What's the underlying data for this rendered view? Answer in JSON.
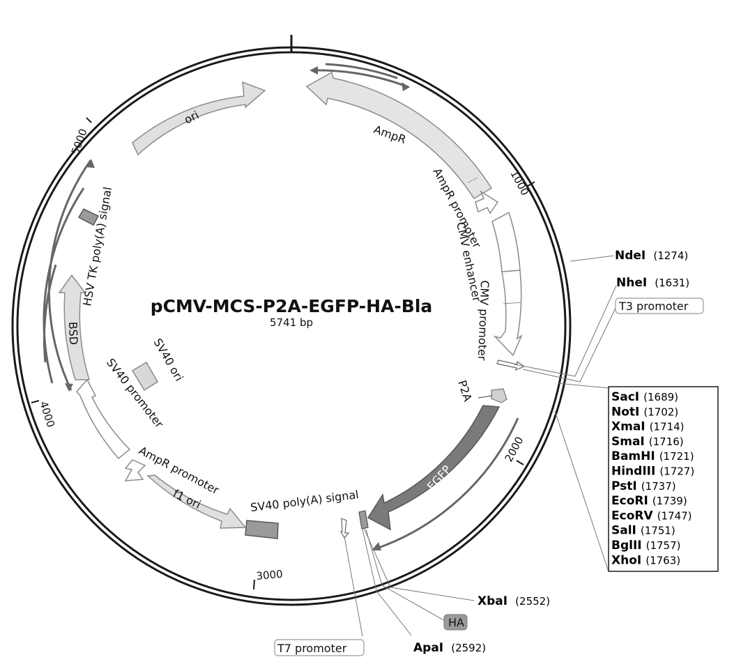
{
  "map": {
    "title": "pCMV-MCS-P2A-EGFP-HA-Bla",
    "length_label": "5741 bp"
  },
  "ticks": [
    "1000",
    "2000",
    "3000",
    "4000",
    "5000"
  ],
  "features": {
    "ori": "ori",
    "ampr": "AmpR",
    "ampr_promoter_top": "AmpR promoter",
    "cmv_enhancer": "CMV enhancer",
    "cmv_promoter": "CMV promoter",
    "p2a": "P2A",
    "egfp": "EGFP",
    "sv40_polya": "SV40 poly(A) signal",
    "f1_ori": "f1 ori",
    "ampr_promoter_bottom": "AmpR promoter",
    "sv40_promoter": "SV40 promoter",
    "sv40_ori": "SV40 ori",
    "bsd": "BSD",
    "hsv_tk_polya": "HSV TK poly(A) signal"
  },
  "sites": {
    "ndei": {
      "name": "NdeI",
      "pos": "(1274)"
    },
    "nhei": {
      "name": "NheI",
      "pos": "(1631)"
    },
    "t3": "T3 promoter",
    "xbai": {
      "name": "XbaI",
      "pos": "(2552)"
    },
    "ha": "HA",
    "apai": {
      "name": "ApaI",
      "pos": "(2592)"
    },
    "t7": "T7 promoter",
    "mcs": [
      {
        "name": "SacI",
        "pos": "(1689)"
      },
      {
        "name": "NotI",
        "pos": "(1702)"
      },
      {
        "name": "XmaI",
        "pos": "(1714)"
      },
      {
        "name": "SmaI",
        "pos": "(1716)"
      },
      {
        "name": "BamHI",
        "pos": "(1721)"
      },
      {
        "name": "HindIII",
        "pos": "(1727)"
      },
      {
        "name": "PstI",
        "pos": "(1737)"
      },
      {
        "name": "EcoRI",
        "pos": "(1739)"
      },
      {
        "name": "EcoRV",
        "pos": "(1747)"
      },
      {
        "name": "SalI",
        "pos": "(1751)"
      },
      {
        "name": "BglII",
        "pos": "(1757)"
      },
      {
        "name": "XhoI",
        "pos": "(1763)"
      }
    ]
  },
  "colors": {
    "backbone": "#1a1a1a",
    "light_feature": "#e0e0e0",
    "ampr_fill": "#e4e4e4",
    "egfp_fill": "#7a7a7a",
    "polya_fill": "#9a9a9a",
    "white_feature": "#ffffff",
    "feature_stroke": "#8a8a8a"
  }
}
